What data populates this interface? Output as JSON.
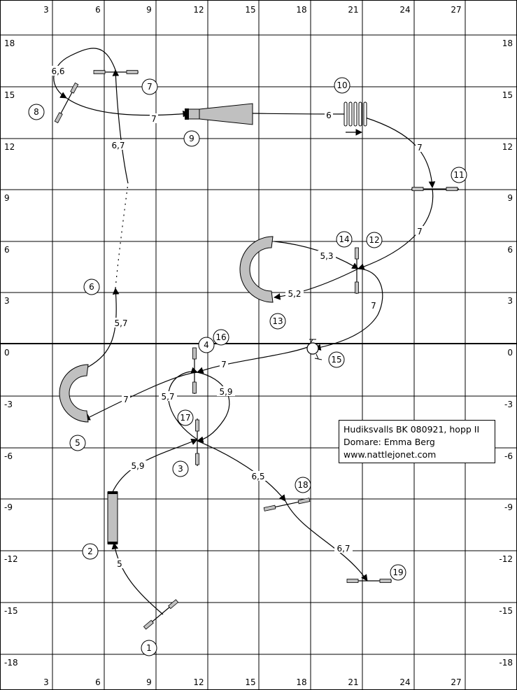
{
  "axes": {
    "top_labels": [
      "3",
      "6",
      "9",
      "12",
      "15",
      "18",
      "21",
      "24",
      "27"
    ],
    "bottom_labels": [
      "3",
      "6",
      "9",
      "12",
      "15",
      "18",
      "21",
      "24",
      "27"
    ],
    "left_labels": [
      "18",
      "15",
      "12",
      "9",
      "6",
      "3",
      "0",
      "-3",
      "-6",
      "-9",
      "-12",
      "-15",
      "-18"
    ],
    "right_labels": [
      "18",
      "15",
      "12",
      "9",
      "6",
      "3",
      "0",
      "-3",
      "-6",
      "-9",
      "-12",
      "-15",
      "-18"
    ]
  },
  "info": {
    "line1": "Hudiksvalls BK 080921, hopp II",
    "line2": "Domare: Emma Berg",
    "line3": "www.nattlejonet.com"
  },
  "obstacles": [
    {
      "num": "1"
    },
    {
      "num": "2"
    },
    {
      "num": "3"
    },
    {
      "num": "4"
    },
    {
      "num": "5"
    },
    {
      "num": "6"
    },
    {
      "num": "7"
    },
    {
      "num": "8"
    },
    {
      "num": "9"
    },
    {
      "num": "10"
    },
    {
      "num": "11"
    },
    {
      "num": "12"
    },
    {
      "num": "13"
    },
    {
      "num": "14"
    },
    {
      "num": "15"
    },
    {
      "num": "16"
    },
    {
      "num": "17"
    },
    {
      "num": "18"
    },
    {
      "num": "19"
    }
  ],
  "distances": [
    "5",
    "5,9",
    "5,7",
    "7",
    "5,7",
    "6,7",
    "6,6",
    "7",
    "6",
    "7",
    "7",
    "5,3",
    "5,2",
    "7",
    "7",
    "5,9",
    "6,5",
    "6,7"
  ],
  "colors": {
    "tunnel_fill": "#c0c0c0",
    "stroke": "#000000",
    "grid": "#000000"
  }
}
